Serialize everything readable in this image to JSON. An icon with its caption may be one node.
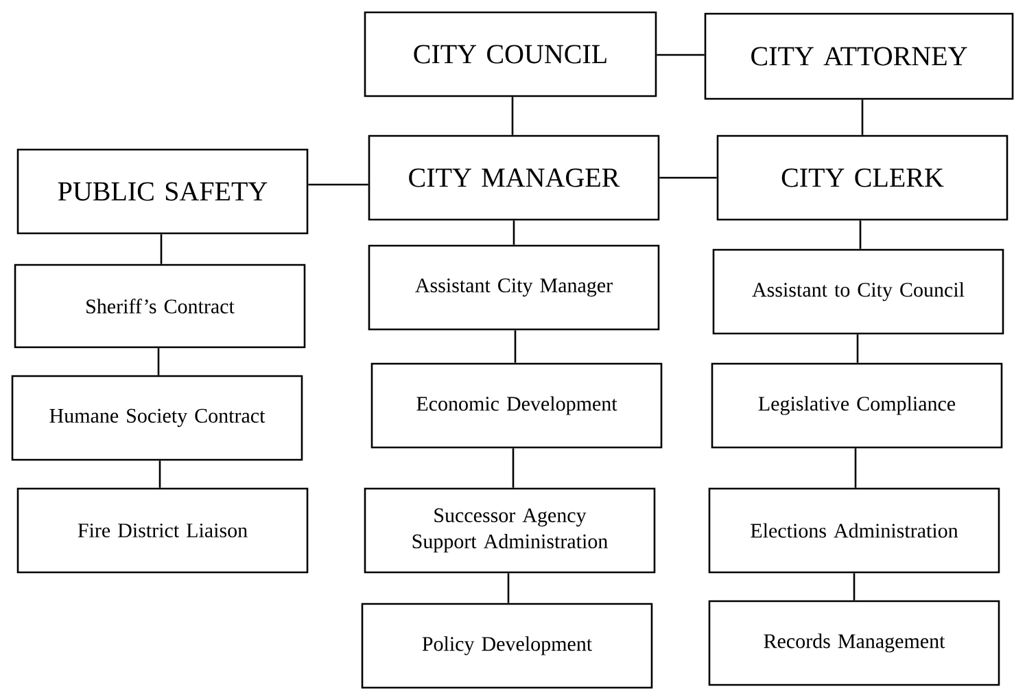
{
  "diagram": {
    "nodes": [
      {
        "text": [
          "CITY COUNCIL"
        ]
      },
      {
        "text": [
          "CITY ATTORNEY"
        ]
      },
      {
        "text": [
          "PUBLIC SAFETY"
        ]
      },
      {
        "text": [
          "CITY MANAGER"
        ]
      },
      {
        "text": [
          "CITY CLERK"
        ]
      },
      {
        "text": [
          "Sheriff’s Contract"
        ]
      },
      {
        "text": [
          "Assistant City Manager"
        ]
      },
      {
        "text": [
          "Assistant to City Council"
        ]
      },
      {
        "text": [
          "Humane Society Contract"
        ]
      },
      {
        "text": [
          "Economic Development"
        ]
      },
      {
        "text": [
          "Legislative Compliance"
        ]
      },
      {
        "text": [
          "Fire District Liaison"
        ]
      },
      {
        "text": [
          "Successor Agency Support Administration"
        ]
      },
      {
        "text": [
          "Elections Administration"
        ]
      },
      {
        "text": [
          "Policy Development"
        ]
      },
      {
        "text": [
          "Records Management"
        ]
      }
    ],
    "edges": [
      {
        "from": 0,
        "to": 1,
        "arrow": "none"
      },
      {
        "from": 0,
        "to": 3,
        "arrow": "none"
      },
      {
        "from": 1,
        "to": 4,
        "arrow": "none"
      },
      {
        "from": 2,
        "to": 3,
        "arrow": "none"
      },
      {
        "from": 3,
        "to": 4,
        "arrow": "none"
      },
      {
        "from": 2,
        "to": 5,
        "arrow": "none"
      },
      {
        "from": 5,
        "to": 8,
        "arrow": "none"
      },
      {
        "from": 8,
        "to": 11,
        "arrow": "none"
      },
      {
        "from": 3,
        "to": 6,
        "arrow": "none"
      },
      {
        "from": 6,
        "to": 9,
        "arrow": "none"
      },
      {
        "from": 9,
        "to": 12,
        "arrow": "none"
      },
      {
        "from": 12,
        "to": 14,
        "arrow": "none"
      },
      {
        "from": 4,
        "to": 7,
        "arrow": "none"
      },
      {
        "from": 7,
        "to": 10,
        "arrow": "none"
      },
      {
        "from": 10,
        "to": 13,
        "arrow": "none"
      },
      {
        "from": 13,
        "to": 15,
        "arrow": "none"
      }
    ]
  }
}
